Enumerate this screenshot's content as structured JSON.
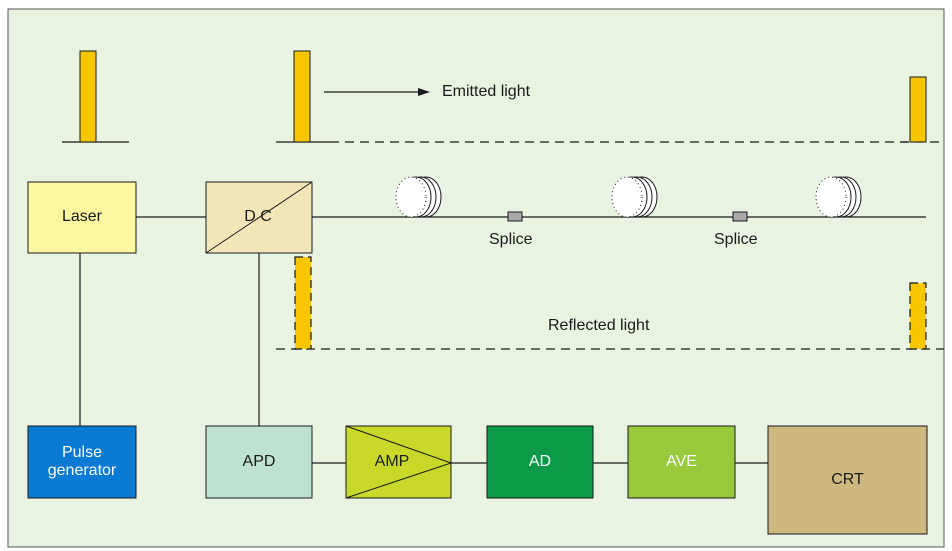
{
  "colors": {
    "background": "#e8f3e1",
    "border": "#555555",
    "pulse_fill": "#f7c600",
    "pulse_outline": "#1a1a1a",
    "laser": "#fdf6a0",
    "dc": "#f2e6b8",
    "pulse_generator": "#0a7ad2",
    "apd": "#bfe2d0",
    "amp": "#c8d92a",
    "ad": "#0d9a48",
    "ave": "#97c93a",
    "crt": "#cdb87f",
    "splice_fill": "#a9a9a9"
  },
  "labels": {
    "emitted_light": "Emitted light",
    "reflected_light": "Reflected light",
    "splice_1": "Splice",
    "splice_2": "Splice"
  },
  "blocks": {
    "laser": "Laser",
    "dc": "D C",
    "pulse_generator": "Pulse generator",
    "apd": "APD",
    "amp": "AMP",
    "ad": "AD",
    "ave": "AVE",
    "crt": "CRT"
  },
  "icons": {
    "fiber_spool": "fiber-spool-icon",
    "splice": "splice-icon",
    "arrow": "arrow-right-icon"
  }
}
